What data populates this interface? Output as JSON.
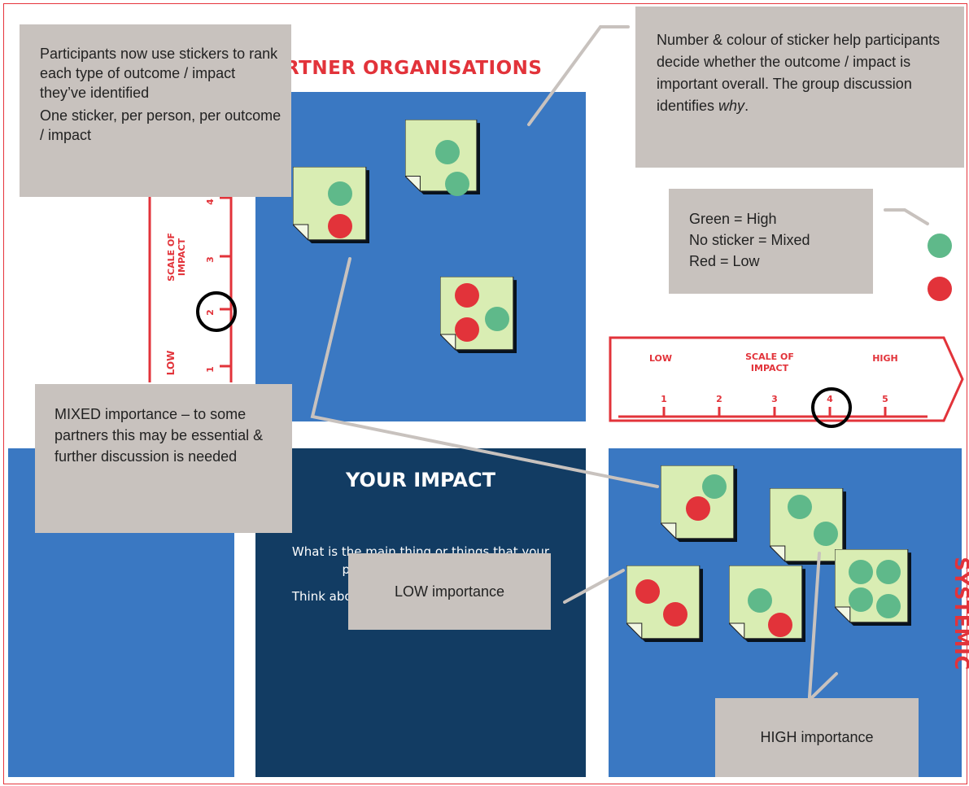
{
  "titles": {
    "partner": "RTNER ORGANISATIONS",
    "your_impact": "YOUR IMPACT",
    "systemic": "SYSTEMIC"
  },
  "your_impact_text": {
    "question": "What is the main thing or things that your project hopes to achieve?",
    "prompt": "Think about the problem or issue that you are trying to solve."
  },
  "callouts": {
    "participants_1": "Participants now use stickers to rank each type of outcome / impact they’ve identified",
    "participants_2": "One sticker, per person, per outcome / impact",
    "number_colour_pre": "Number & colour of sticker help participants decide whether the outcome / impact is important overall. The group discussion identifies ",
    "number_colour_em": "why",
    "number_colour_post": ".",
    "legend_green": "Green = High",
    "legend_none": "No sticker = Mixed",
    "legend_red": "Red = Low",
    "mixed": "MIXED importance – to some partners this may be essential & further discussion is needed",
    "low": "LOW importance",
    "high": "HIGH importance"
  },
  "scale_horizontal": {
    "low": "LOW",
    "title_1": "SCALE OF",
    "title_2": "IMPACT",
    "high": "HIGH",
    "ticks": [
      "1",
      "2",
      "3",
      "4",
      "5"
    ]
  },
  "scale_vertical": {
    "title_1": "SCALE OF",
    "title_2": "IMPACT",
    "low": "LOW",
    "ticks": [
      "1",
      "2",
      "3",
      "4"
    ]
  },
  "colors": {
    "green_dot": "#5fb98a",
    "red_dot": "#e2333a",
    "note": "#d9edb3",
    "blue": "#3a78c2",
    "navy": "#123c63",
    "callout": "#c8c2be",
    "scale_red": "#e2333a"
  }
}
